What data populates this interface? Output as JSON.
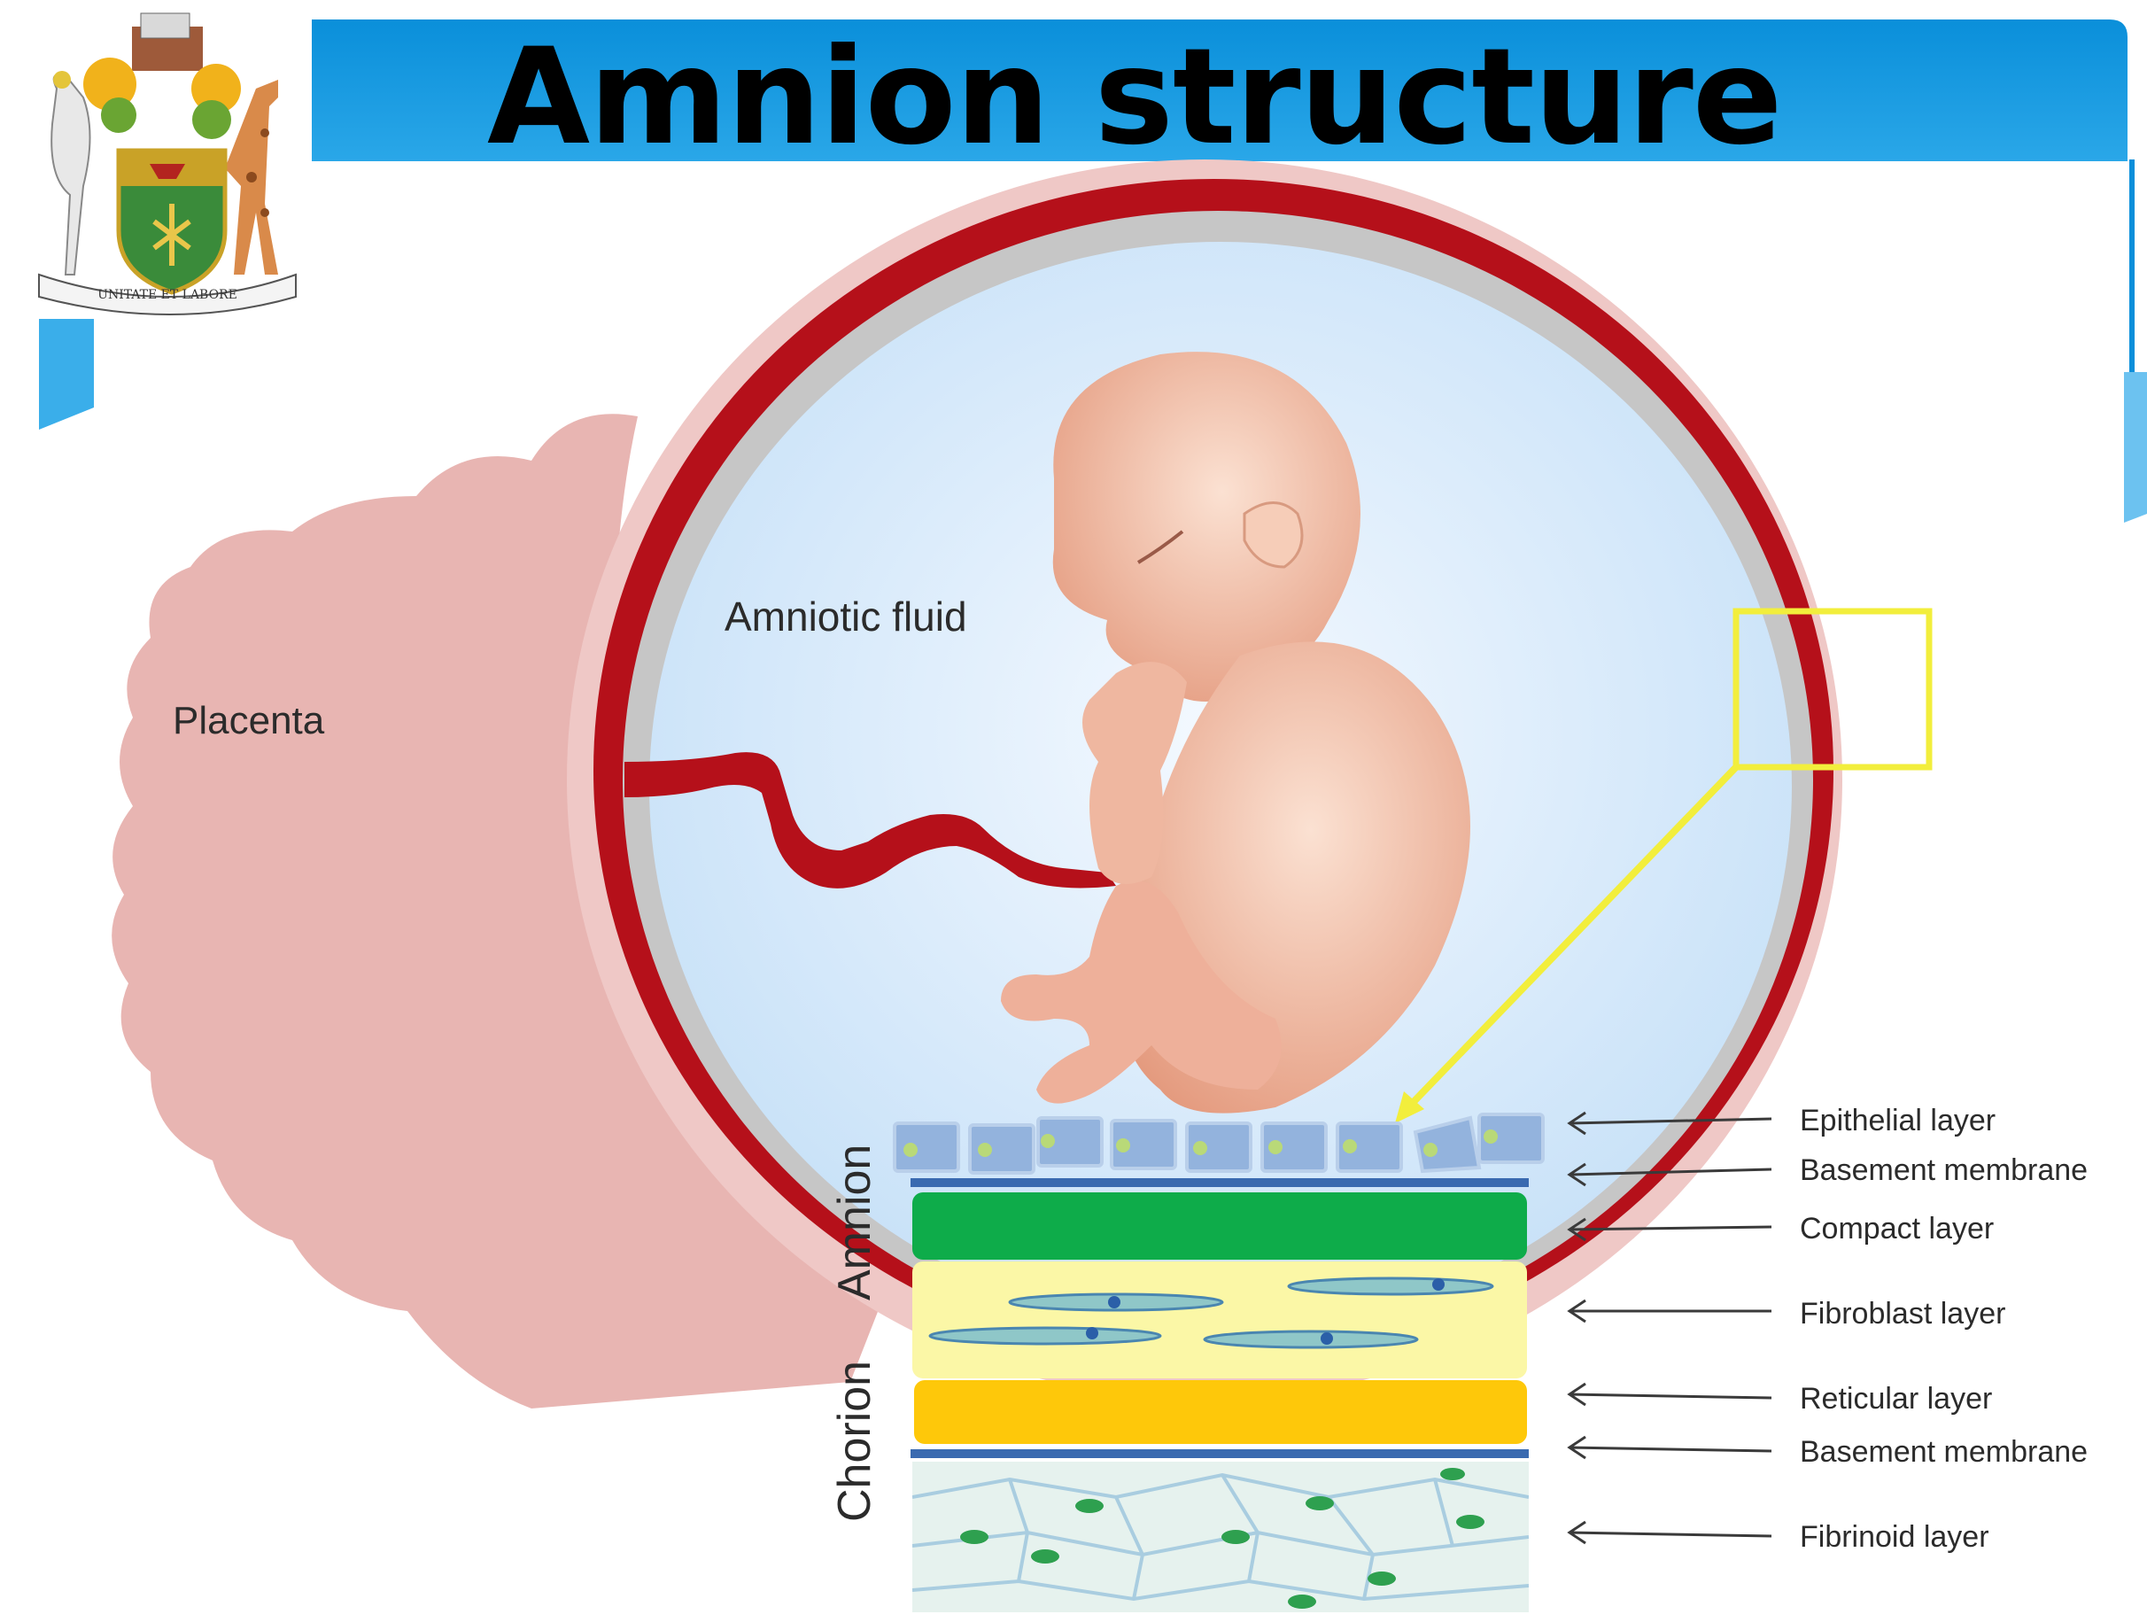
{
  "slide": {
    "title": "Amnion structure",
    "accent_color": "#0b93dd"
  },
  "logo": {
    "motto": "UNITATE ET LABORE",
    "icon": "university-coat-of-arms-icon"
  },
  "diagram": {
    "region_labels": {
      "placenta": "Placenta",
      "amniotic_fluid": "Amniotic fluid",
      "amnion": "Amnion",
      "chorion": "Chorion"
    },
    "layers": [
      "Epithelial layer",
      "Basement membrane",
      "Compact layer",
      "Fibroblast layer",
      "Reticular layer",
      "Basement membrane",
      "Fibrinoid layer"
    ],
    "colors": {
      "placenta": "#e8b5b2",
      "uterine_wall": "#b5101a",
      "amniotic_fluid": "#d2e6f8",
      "fetus": "#f2c3ad",
      "highlight": "#f2ee3c",
      "compact_layer": "#0eac4a",
      "fibroblast_layer": "#fbf7a6",
      "reticular_layer": "#fec80a",
      "membrane_line": "#3a6ab0",
      "fibrinoid_layer": "#e6f2ee"
    }
  }
}
